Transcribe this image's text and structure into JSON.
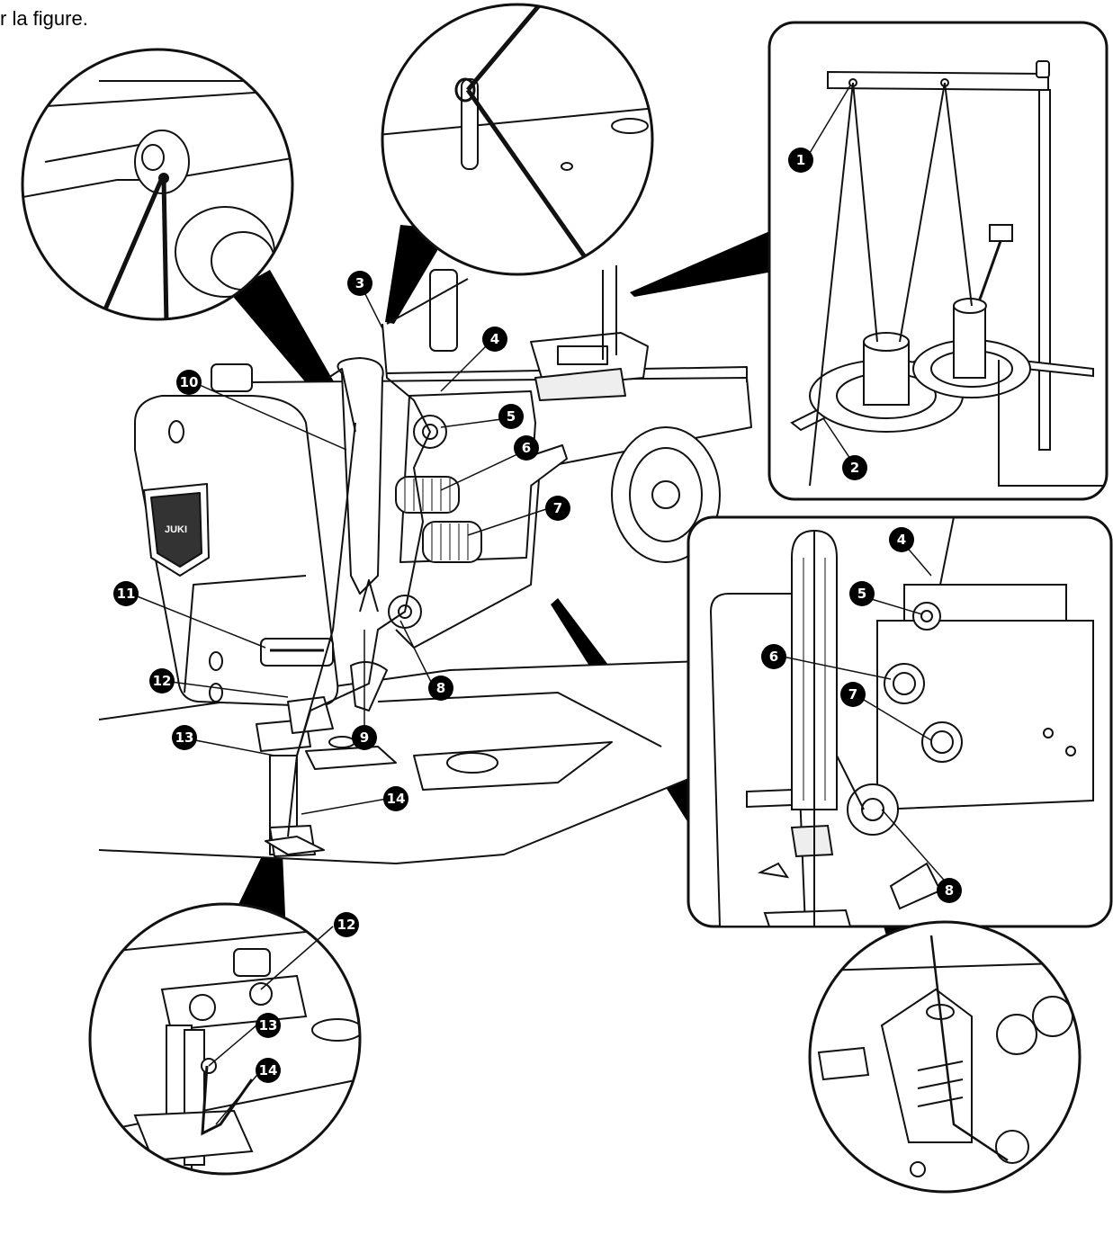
{
  "caption": "r la figure.",
  "brand_label": "JUKI",
  "callouts": {
    "c1": "1",
    "c2": "2",
    "c3": "3",
    "c4": "4",
    "c5": "5",
    "c6": "6",
    "c7": "7",
    "c8": "8",
    "c9": "9",
    "c10": "10",
    "c11": "11",
    "c12": "12",
    "c13": "13",
    "c14": "14",
    "r4": "4",
    "r5": "5",
    "r6": "6",
    "r7": "7",
    "r8": "8",
    "b12": "12",
    "b13": "13",
    "b14": "14"
  },
  "colors": {
    "ink": "#111111",
    "paper": "#ffffff",
    "callout_fill": "#000000"
  }
}
